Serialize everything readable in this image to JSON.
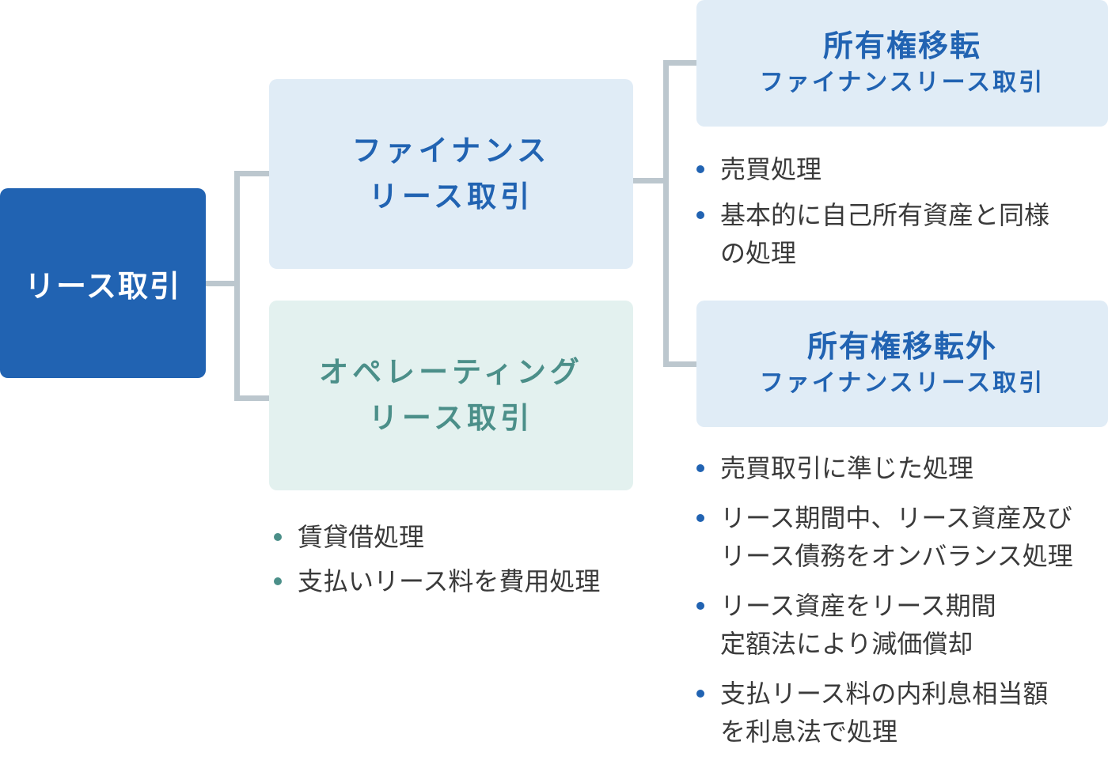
{
  "root": {
    "label": "リース取引"
  },
  "finance_lease": {
    "line1": "ファイナンス",
    "line2": "リース取引"
  },
  "operating_lease": {
    "line1": "オペレーティング",
    "line2": "リース取引",
    "points": [
      "賃貸借処理",
      "支払いリース料を費用処理"
    ]
  },
  "ownership_transfer": {
    "line1": "所有権移転",
    "line2": "ファイナンスリース取引",
    "points": [
      "売買処理",
      "基本的に自己所有資産と同様\nの処理"
    ]
  },
  "non_ownership_transfer": {
    "line1": "所有権移転外",
    "line2": "ファイナンスリース取引",
    "points": [
      "売買取引に準じた処理",
      "リース期間中、リース資産及び\nリース債務をオンバランス処理",
      "リース資産をリース期間\n定額法により減価償却",
      "支払リース料の内利息相当額\nを利息法で処理"
    ]
  },
  "colors": {
    "primary_blue": "#2163b2",
    "light_blue_bg": "#e0ecf6",
    "teal": "#4b8f89",
    "light_teal_bg": "#e3f1ef",
    "connector_gray": "#bcc7ce"
  }
}
